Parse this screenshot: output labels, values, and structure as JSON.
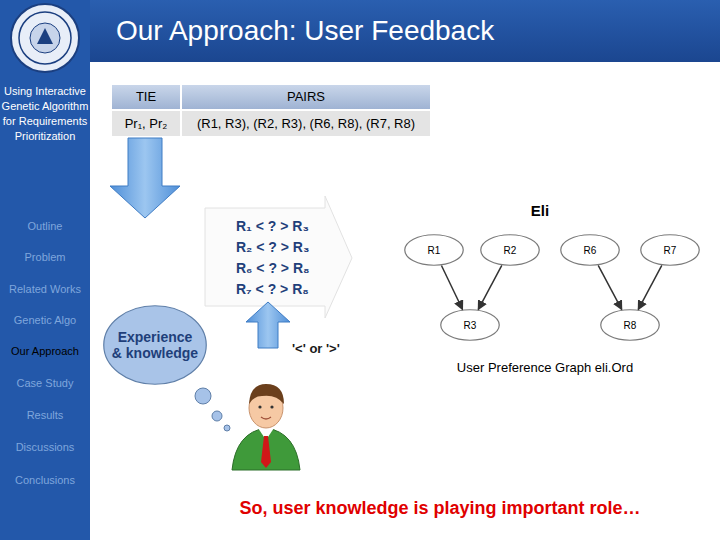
{
  "diagram": {
    "title": "Our Approach: User Feedback",
    "nodes": [
      {
        "text": [
          "R1"
        ]
      },
      {
        "text": [
          "R2"
        ]
      },
      {
        "text": [
          "R6"
        ]
      },
      {
        "text": [
          "R7"
        ]
      },
      {
        "text": [
          "R3"
        ]
      },
      {
        "text": [
          "R8"
        ]
      },
      {
        "text": [
          "Experience & knowledge"
        ]
      }
    ],
    "edges": [
      {
        "from": 0,
        "to": 4,
        "arrow": "to"
      },
      {
        "from": 1,
        "to": 4,
        "arrow": "to"
      },
      {
        "from": 2,
        "to": 5,
        "arrow": "to"
      },
      {
        "from": 3,
        "to": 5,
        "arrow": "to"
      }
    ],
    "labels": [
      "Using Interactive Genetic Algorithm for Requirements Prioritization",
      "Outline",
      "Problem",
      "Related Works",
      "Genetic Algo",
      "Our Approach",
      "Case Study",
      "Results",
      "Discussions",
      "Conclusions",
      "TIE",
      "PAIRS",
      "Pr₁, Pr₂",
      "(R1, R3), (R2, R3), (R6, R8), (R7, R8)",
      "R₁ < ? > R₃",
      "R₂ < ? > R₃",
      "R₆ < ? > R₈",
      "R₇ < ? > R₈",
      "'<' or '>'",
      "Eli",
      "User Preference Graph eli.Ord",
      "So, user knowledge is playing important role…"
    ]
  }
}
